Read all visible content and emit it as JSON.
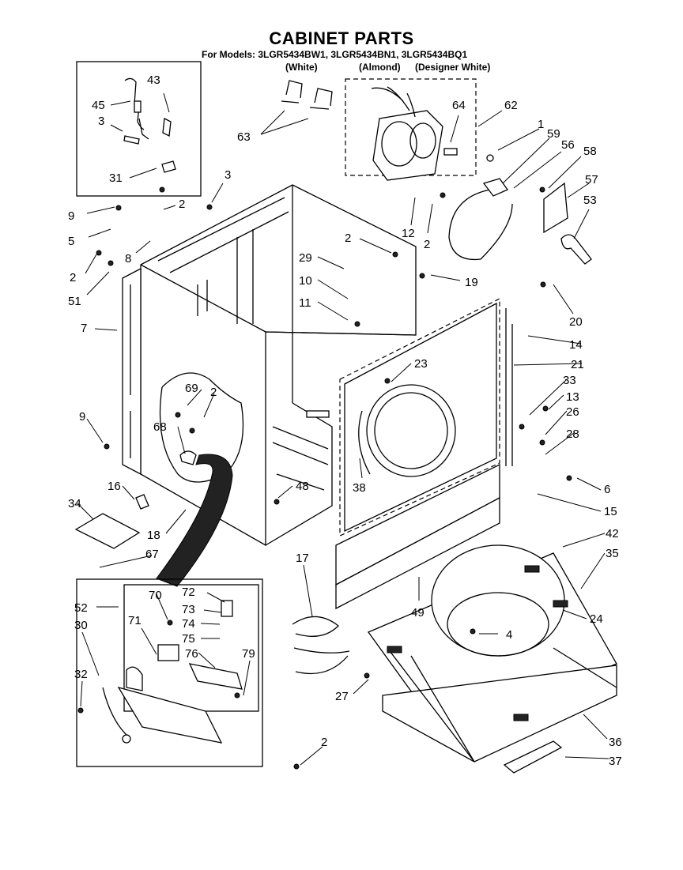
{
  "header": {
    "title": "CABINET PARTS",
    "models_line": "For Models: 3LGR5434BW1, 3LGR5434BN1, 3LGR5434BQ1",
    "color_1": "(White)",
    "color_2": "(Almond)",
    "color_3": "(Designer White)"
  },
  "callouts": [
    "45",
    "43",
    "3",
    "31",
    "63",
    "64",
    "62",
    "1",
    "59",
    "56",
    "58",
    "57",
    "53",
    "9",
    "2",
    "5",
    "8",
    "3",
    "2",
    "51",
    "7",
    "29",
    "10",
    "11",
    "2",
    "19",
    "20",
    "14",
    "21",
    "12",
    "2",
    "23",
    "33",
    "13",
    "26",
    "28",
    "6",
    "15",
    "69",
    "2",
    "68",
    "9",
    "16",
    "34",
    "18",
    "67",
    "48",
    "38",
    "42",
    "35",
    "17",
    "49",
    "24",
    "4",
    "52",
    "70",
    "72",
    "73",
    "74",
    "75",
    "71",
    "76",
    "79",
    "30",
    "32",
    "27",
    "36",
    "37",
    "2"
  ]
}
